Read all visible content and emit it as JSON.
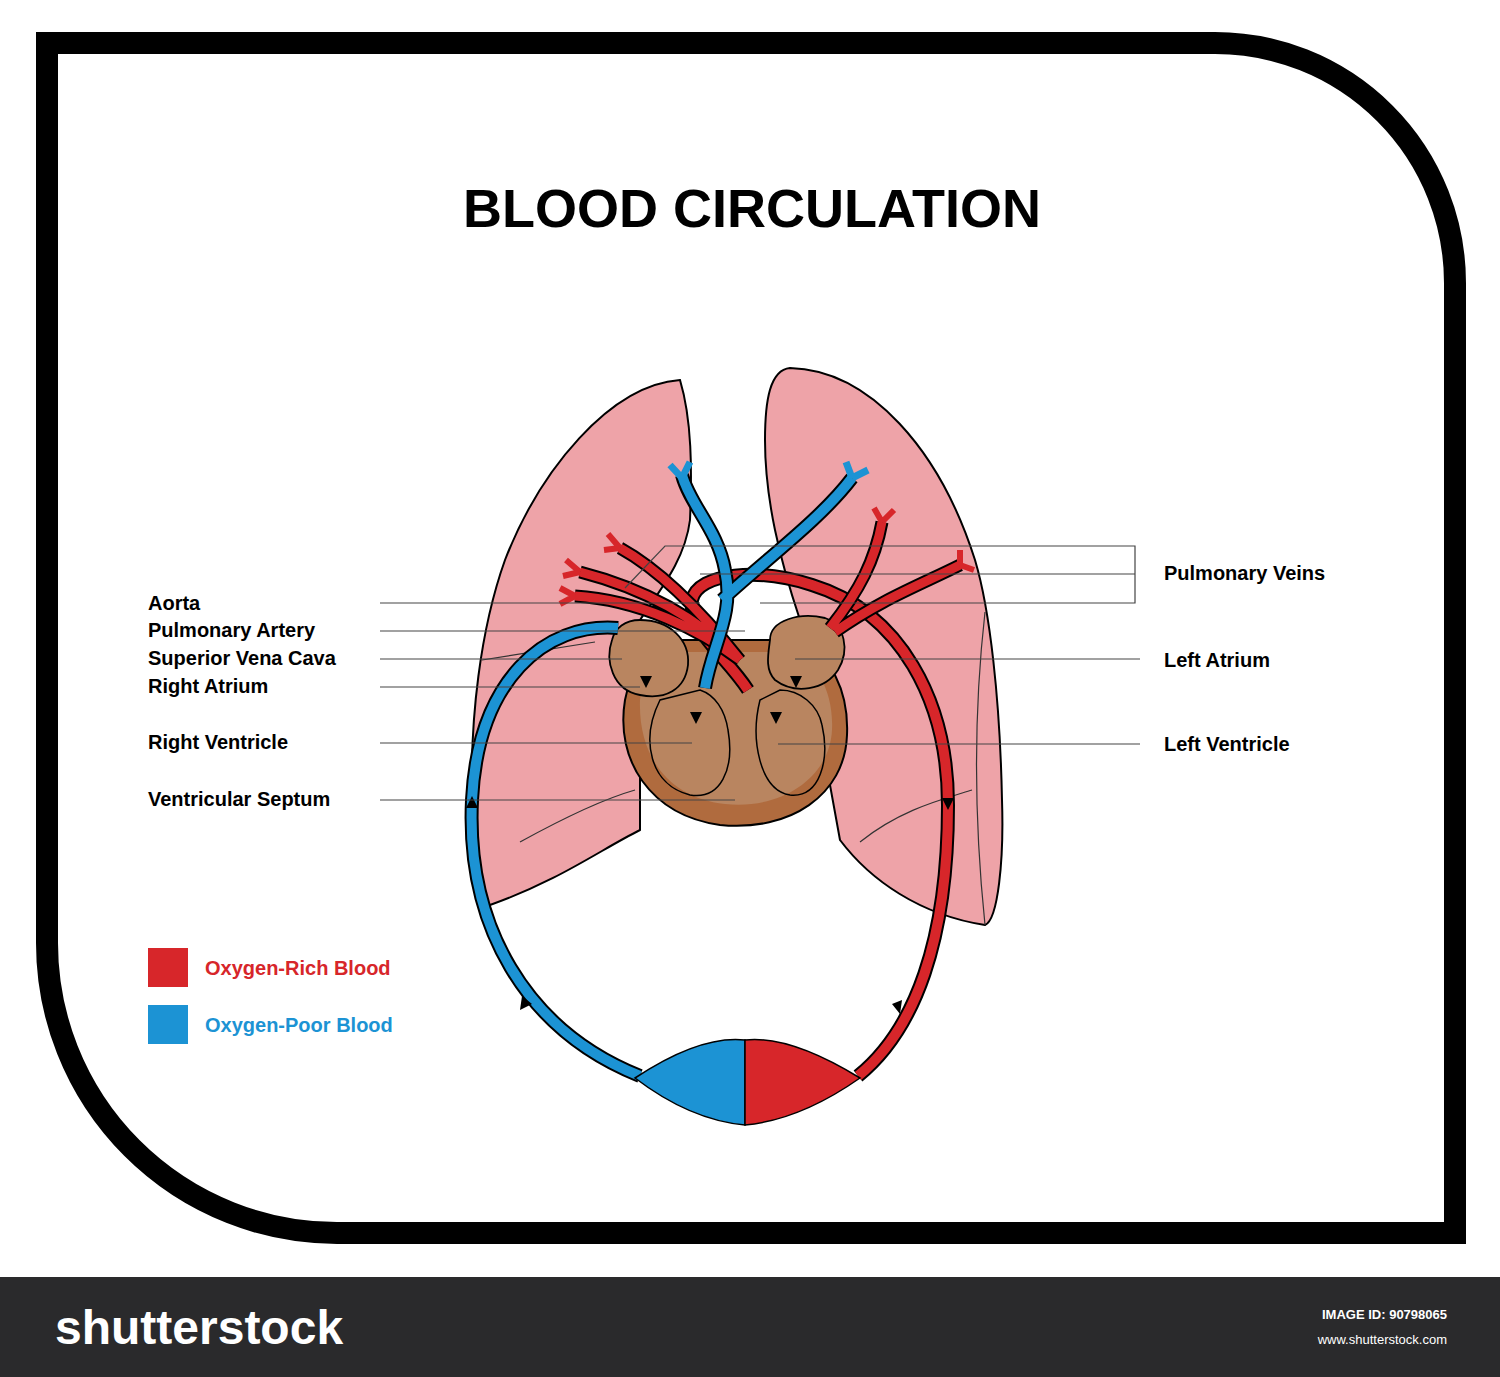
{
  "diagram": {
    "title": "BLOOD CIRCULATION",
    "labels": [
      "Aorta",
      "Pulmonary Artery",
      "Superior Vena Cava",
      "Right Atrium",
      "Right Ventricle",
      "Ventricular Septum",
      "Pulmonary Veins",
      "Left Atrium",
      "Left Ventricle",
      "shutterstock",
      "IMAGE ID: 90798065",
      "www.shutterstock.com"
    ],
    "legend": [
      {
        "text": "Oxygen-Rich Blood",
        "color": "#d7262a"
      },
      {
        "text": "Oxygen-Poor Blood",
        "color": "#1c93d4"
      }
    ]
  }
}
